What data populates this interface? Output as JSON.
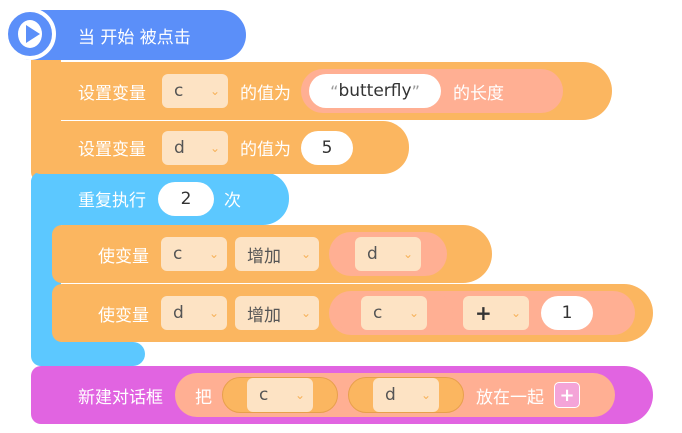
{
  "hat": {
    "label": "当 开始 被点击"
  },
  "set_c": {
    "label": "设置变量",
    "var": "c",
    "mid": "的值为",
    "string": "butterfly",
    "tail": "的长度"
  },
  "set_d": {
    "label": "设置变量",
    "var": "d",
    "mid": "的值为",
    "value": "5"
  },
  "repeat": {
    "label": "重复执行",
    "count": "2",
    "tail": "次"
  },
  "change_c": {
    "label": "使变量",
    "var": "c",
    "op": "增加",
    "by_var": "d"
  },
  "change_d": {
    "label": "使变量",
    "var": "d",
    "op": "增加",
    "left_var": "c",
    "operator": "+",
    "right_value": "1"
  },
  "dialog": {
    "label": "新建对话框",
    "join_label": "把",
    "item1": "c",
    "item2": "d",
    "join_tail": "放在一起",
    "add_symbol": "+"
  },
  "colors": {
    "events": "#5b8ff9",
    "variables": "#fbb660",
    "control": "#5cc8ff",
    "looks": "#e164e1",
    "reporter": "#ffaf93"
  }
}
